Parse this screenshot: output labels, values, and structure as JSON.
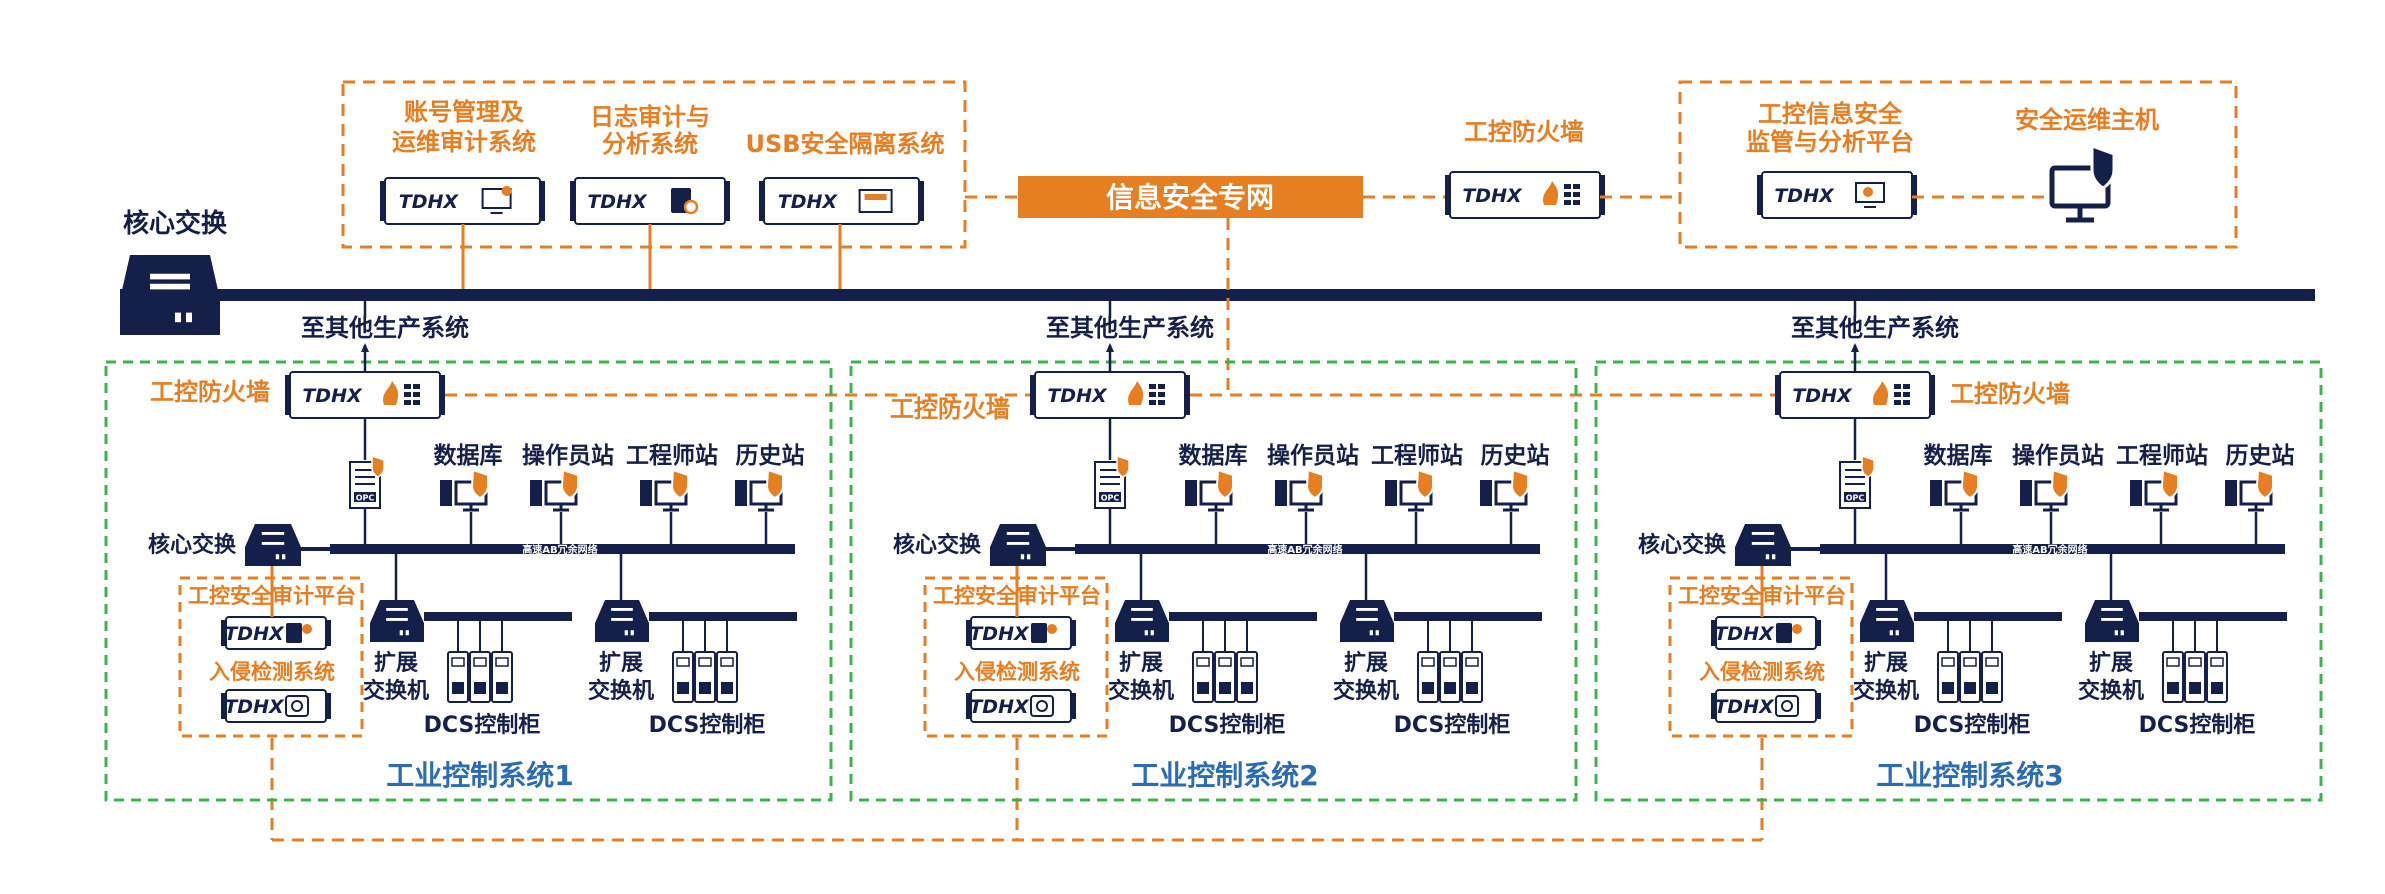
{
  "colors": {
    "navy": "#15204a",
    "orange": "#e67e22",
    "green": "#3cb44b",
    "blue": "#2b6cb5"
  },
  "top": {
    "core_switch_label": "核心交换",
    "sys_account_line1": "账号管理及",
    "sys_account_line2": "运维审计系统",
    "sys_log_line1": "日志审计与",
    "sys_log_line2": "分析系统",
    "sys_usb": "USB安全隔离系统",
    "network_label": "信息安全专网",
    "firewall_label": "工控防火墙",
    "platform_line1": "工控信息安全",
    "platform_line2": "监管与分析平台",
    "ops_host": "安全运维主机",
    "brand": "TDHX"
  },
  "systems": [
    {
      "title": "工业控制系统1",
      "to_other": "至其他生产系统",
      "firewall": "工控防火墙",
      "core_switch": "核心交换",
      "ab_network": "高速AB冗余网络",
      "stations": [
        "数据库",
        "操作员站",
        "工程师站",
        "历史站"
      ],
      "opc": "OPC",
      "audit_platform": "工控安全审计平台",
      "ids": "入侵检测系统",
      "ext_switch_line1": "扩展",
      "ext_switch_line2": "交换机",
      "dcs": "DCS控制柜"
    },
    {
      "title": "工业控制系统2",
      "to_other": "至其他生产系统",
      "firewall": "工控防火墙",
      "core_switch": "核心交换",
      "ab_network": "高速AB冗余网络",
      "stations": [
        "数据库",
        "操作员站",
        "工程师站",
        "历史站"
      ],
      "opc": "OPC",
      "audit_platform": "工控安全审计平台",
      "ids": "入侵检测系统",
      "ext_switch_line1": "扩展",
      "ext_switch_line2": "交换机",
      "dcs": "DCS控制柜"
    },
    {
      "title": "工业控制系统3",
      "to_other": "至其他生产系统",
      "firewall": "工控防火墙",
      "core_switch": "核心交换",
      "ab_network": "高速AB冗余网络",
      "stations": [
        "数据库",
        "操作员站",
        "工程师站",
        "历史站"
      ],
      "opc": "OPC",
      "audit_platform": "工控安全审计平台",
      "ids": "入侵检测系统",
      "ext_switch_line1": "扩展",
      "ext_switch_line2": "交换机",
      "dcs": "DCS控制柜"
    }
  ]
}
